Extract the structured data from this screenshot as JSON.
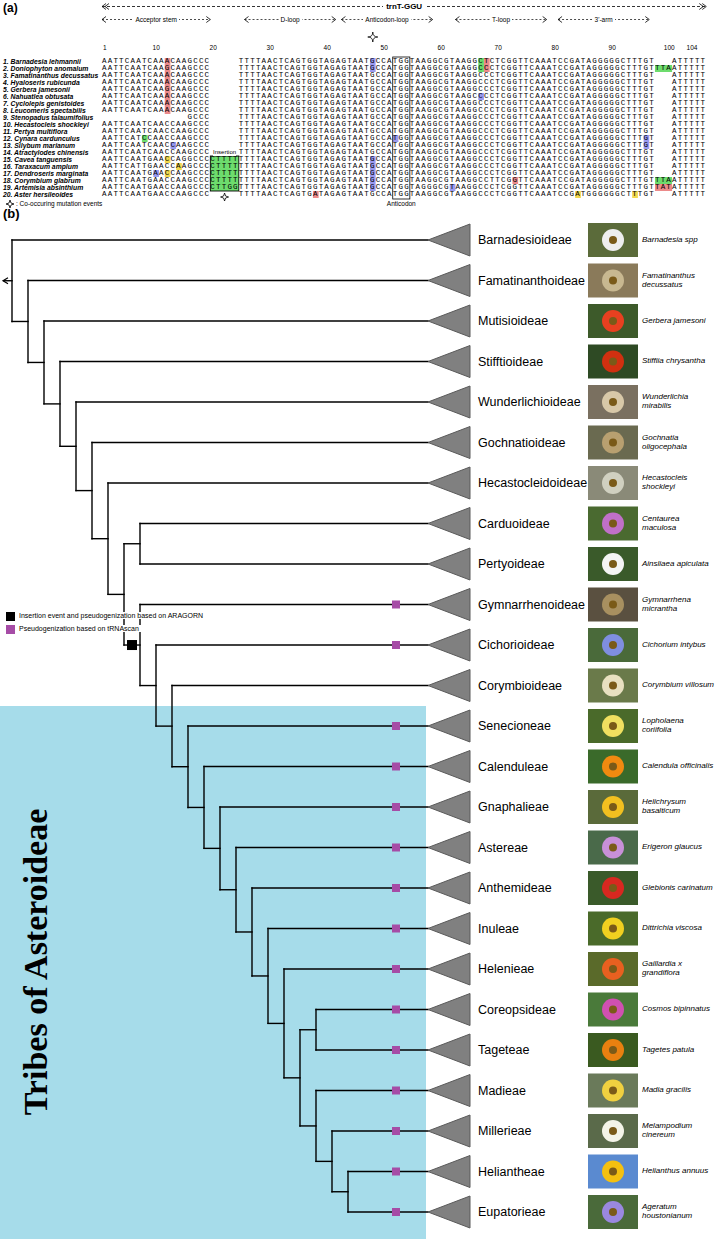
{
  "diagram": {
    "nodes": [
      {
        "text": [
          "Tribes of Asteroideae"
        ]
      }
    ],
    "labels": [
      "(a)",
      "trnT-GGU",
      "Acceptor stem",
      "D-loop",
      "Anticodon-loop",
      "T-loop",
      "3'-arm",
      "1",
      "10",
      "20",
      "30",
      "40",
      "50",
      "60",
      "70",
      "80",
      "90",
      "100",
      "104",
      "1. Barnadesia lehmannii",
      "2. Doniophyton anomalum",
      "3. Famatinanthus decussatus",
      "4. Hyaloseris rubicunda",
      "5. Gerbera jamesonii",
      "6. Nahuatlea obtusata",
      "7. Cyclolepis genistoides",
      "8. Leucomeris spectabilis",
      "9. Stenopadus talaumifolius",
      "10. Hecastocleis shockleyi",
      "11. Pertya multiflora",
      "12. Cynara cardunculus",
      "13. Silybum marianum",
      "14. Atractylodes chinensis",
      "15. Cavea tanguensis",
      "16. Taraxacum amplum",
      "17. Dendroseris marginata",
      "18. Corymbium glabrum",
      "19. Artemisia absinthium",
      "20. Aster hersileoides",
      "AATTCAATCAAACAAGCCC     TTTTAACTCAGTGGTAGAGTAATGCCATGGTAAGGCGTAAGGCTCTCGGTTCAAATCCGATAGGGGGCTTTGT   ATTTTT",
      "AATTCAATCAAGCAAGCCC     TTTTAACTCAGTGGTAGAGTAATGCCATGGTAAGGCGTAAGGCCCTCGGTTCAAATCCGATAGGGGGCTTTGTTTAATTTTT",
      "AATTCAATCAAACAAGCCC     TTTTAACTCAGTGGTAGAGTAATGCCATGGTAAGGCGTAAGGCCCTCGGTTCAAATCCGATAGGGGGCTTTGT   ATTTTT",
      "AATTCAATCAAACAAGCCC     TTTTAACTCAGTGGTAGAGTAATGCCATGGTAAGGCGTAAGGCCCTCGGTTCAAATCCGATAGGGGGCTTTGT   ATTTTT",
      "AATTCAATCAAGCAAGCCC     TTTTAACTCAGTGGTAGAGTAATGCCATGGTAAGGCGTAAGGCCCTCGGTTCAAATCCGATAGGGGGCTTTGT   ATTTTT",
      "AATTCAATCAAACAAGCCC     TTTTAACTCAGTGGTAGAGTAATGCCATGGTAAGGCGTAAGCCCCTCGGTTCAAATCCGATAGGGGGCTTTGT   ATTTTT",
      "AATTCAATCAAACAAGCCC     TTTTAACTCAGTGGTAGAGTAATGCCATGGTAAGGCGTAAGGCCCTCGGTTCAAATCCGATAGGGGGCTTTGT   ATTTTT",
      "AATTCAATCAAACAAGCCC     TTTTAACTCAGTGGTAGAGTAATGCCATGGTAAGGCGTAAGGCCCTCGGTTCAAATCCGATAGGGGGCTTTGT   ATTTTT",
      "               GCCC     TTTTAACTCAGTGGTAGAGTAATGCCATGGTAAGGCGTAAGGCCCTCGGTTCAAATCCGATAGGGGGCTTTGT   ATTTTT",
      "AATTCAATCAACCAAGCCC     TTTTAACTCAGTGGTAGAGTAATGCCATGGTAAGGCGTAAGGCCCTCGGTTCAAATCCGATAGGGGGCTTTGT   ATTTTT",
      "AATTCAATCAACCAAGCCC     TTTTAACTCAGTGGTAGAGTAATGCCATGGTAAGGCGTAAGGCCCTCGGTTCAAATCCGATAGGGGGCTTTGT   ATTTTT",
      "AATTCATCCAACCAAGCCC     TTTTAACTCAGTGGTAGAGTAATGCCATGGTAAGGCGTAAGGCCCTCGGTTCAAATCCGATAGGGGGCTTTGT   ATTTTT",
      "AATTCAATCAACCAAGCCC     TTTTAACTCAGTGGTAGAGTAATGCCATGGTAAGGCGTAAGGCCCTCGGTTCAAATCCGATAGGGGGCTTTGT   ATTTTT",
      "AATTCAATCAACCAAGCCC     TTTTAACTCAGTGGTAGAGTAATGCCATGGTAAGGCGTAAGGCCCTCGGTTCAAATCCGATAGGGGGCTTTGT   ATTTTT",
      "AATTCAATGAACCAGGCCCCTTTTTTTTAACTCAGTGGTAGAGTAATGCCATGGTAAGGCGTAAGGCCCTCGGTTCAAATCCGATAGGGGGCTTTGT   ATTTTT",
      "AATTCATTGAACCAAGCCCCTTTTTTTTAACTCAGTGGTAGAGTAATGCCATGGTAAGGCGTAAGGCCCTCGGTTCAAATCCGATAGGGGGCTTTGT   ATTTTT",
      "AATTCAATGAACCAAGCCCCTTTTTTTTAACTCAGTGGTAGAGTAATGCCATGGTAAGGCGTAAGGCCCTCGGTTCAAATCCGATAGGGGGCTTTGT   ATTTTT",
      "AATTCAATGAACCAAGCCCCTTTTTTTTAACTCAGTGGTAGAGTAATGCCATGGTAAGGCGTAAGGCCTTCGGTTCAAATCCGATAGGGGGCTTTGTTTAATTTTT",
      "AATTCAATGAACCAAGCCCCTTGGTTTTAACTCAGTGGTAGAGTAATGCCATGGTAGGGCGTAAGGCCCTCGGTTCAAATCCGATAGGGGGCTTTGTTATATTTTT",
      "AATTCAATGAACCAAGCCC     TTTTAACTCAGTGATAGAGTAATGCCATGGTAAGGCGTAAGGCCCTCGGTTCAAATCCGATGGGGGGCTTTGT   ATTTTT",
      "Insertion",
      "Anticodon",
      ": Co-occuring mutation events",
      "(b)",
      "Barnadesioideae",
      "Famatinanthoideae",
      "Mutisioideae",
      "Stifftioideae",
      "Wunderlichioideae",
      "Gochnatioideae",
      "Hecastocleidoideae",
      "Carduoideae",
      "Pertyoideae",
      "Gymnarrhenoideae",
      "Cichorioideae",
      "Corymbioideae",
      "Senecioneae",
      "Calenduleae",
      "Gnaphalieae",
      "Astereae",
      "Anthemideae",
      "Inuleae",
      "Helenieae",
      "Coreopsideae",
      "Tageteae",
      "Madieae",
      "Millerieae",
      "Heliantheae",
      "Eupatorieae",
      "Barnadesia spp",
      "Famatinanthus decussatus",
      "Gerbera jamesoni",
      "Stiffiia chrysantha",
      "Wunderlichia mirabilis",
      "Gochnatia oligocephala",
      "Hecastocleis shockleyi",
      "Centaurea maculosa",
      "Ainsliaea apiculata",
      "Gymnarrhena micrantha",
      "Cichorium intybus",
      "Corymbium villosum",
      "Lopholaena coriifolia",
      "Calendula officinalis",
      "Helichrysum basalticum",
      "Erigeron glaucus",
      "Glebionis carinatum",
      "Dittrichia viscosa",
      "Gaillardia x grandiflora",
      "Cosmos bipinnatus",
      "Tagetes patula",
      "Madia gracilis",
      "Melampodium cinereum",
      "Helianthus annuus",
      "Ageratum houstonianum"
    ],
    "legend": [
      {
        "text": "Insertion event and pseudogenization based on ARAGORN",
        "color": "#000000"
      },
      {
        "text": "Pseudogenization based on tRNAscan",
        "color": "#a64ca6"
      }
    ]
  }
}
